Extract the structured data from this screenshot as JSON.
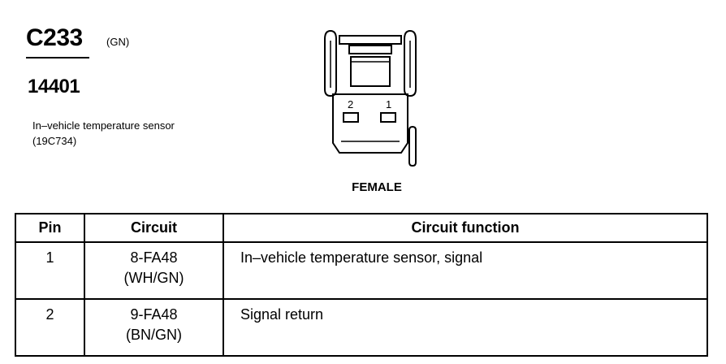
{
  "header": {
    "connector_id": "C233",
    "connector_color": "(GN)",
    "part_number": "14401",
    "description_line1": "In–vehicle temperature sensor",
    "description_line2": "(19C734)"
  },
  "connector_view": {
    "pin_labels": [
      "2",
      "1"
    ],
    "gender_label": "FEMALE"
  },
  "table": {
    "headers": {
      "pin": "Pin",
      "circuit": "Circuit",
      "function": "Circuit function"
    },
    "rows": [
      {
        "pin": "1",
        "circuit_code": "8-FA48",
        "circuit_color": "(WH/GN)",
        "function": "In–vehicle temperature sensor, signal"
      },
      {
        "pin": "2",
        "circuit_code": "9-FA48",
        "circuit_color": "(BN/GN)",
        "function": "Signal return"
      }
    ]
  }
}
